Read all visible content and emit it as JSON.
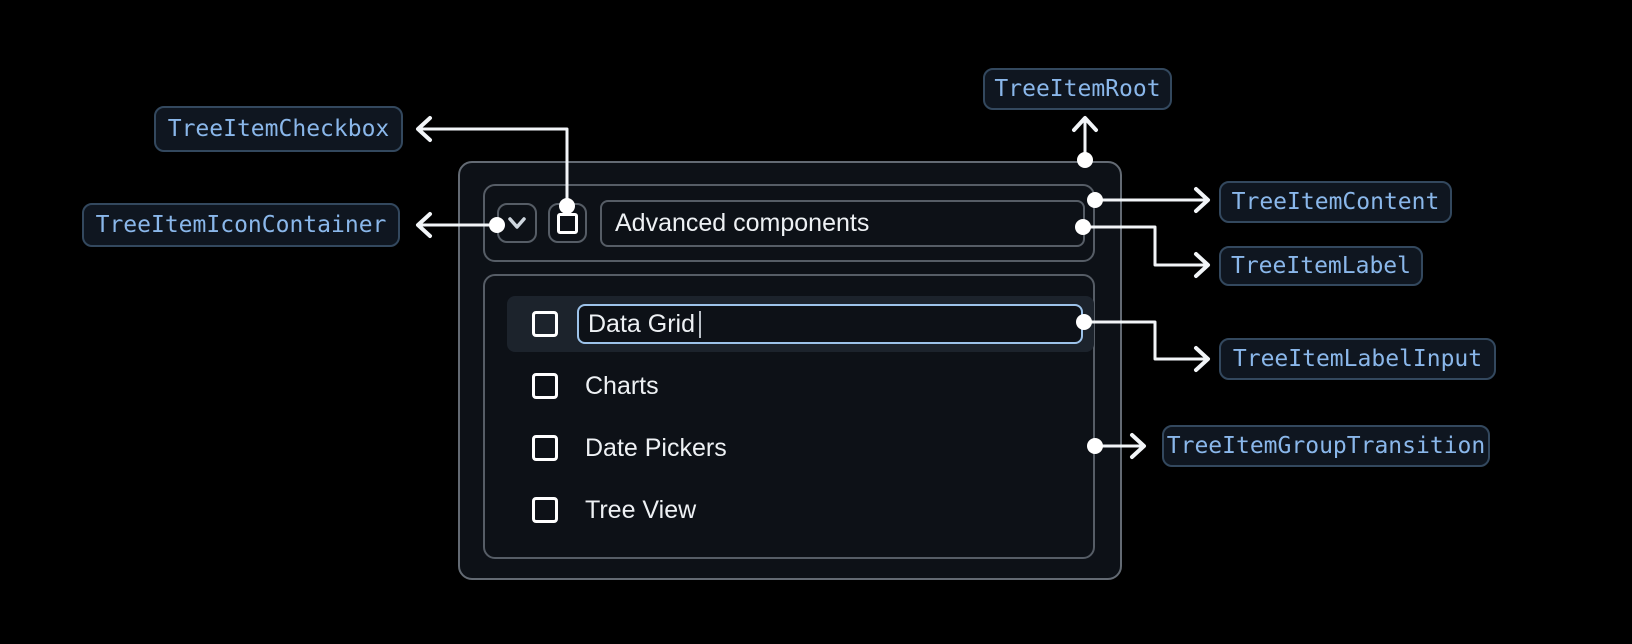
{
  "badges": {
    "root": "TreeItemRoot",
    "checkbox": "TreeItemCheckbox",
    "icon_container": "TreeItemIconContainer",
    "content": "TreeItemContent",
    "label": "TreeItemLabel",
    "label_input": "TreeItemLabelInput",
    "group_transition": "TreeItemGroupTransition"
  },
  "tree": {
    "parent": {
      "label": "Advanced components",
      "expanded": true,
      "checked": false,
      "icon": "chevron-down-icon"
    },
    "editing_row": {
      "value": "Data Grid",
      "checked": false,
      "editing": true
    },
    "rows": [
      {
        "label": "Charts",
        "checked": false
      },
      {
        "label": "Date Pickers",
        "checked": false
      },
      {
        "label": "Tree View",
        "checked": false
      }
    ]
  },
  "colors": {
    "background": "#000000",
    "panel_background": "#0d1117",
    "panel_border": "#636a73",
    "inner_border": "#565d66",
    "row_highlight": "#1c232c",
    "text_primary": "#eef1f4",
    "badge_background": "#0f1620",
    "badge_border": "#33485e",
    "badge_text": "#8ab7ea",
    "input_focus_border": "#9dc3ea",
    "connector": "#f2f5f8"
  }
}
